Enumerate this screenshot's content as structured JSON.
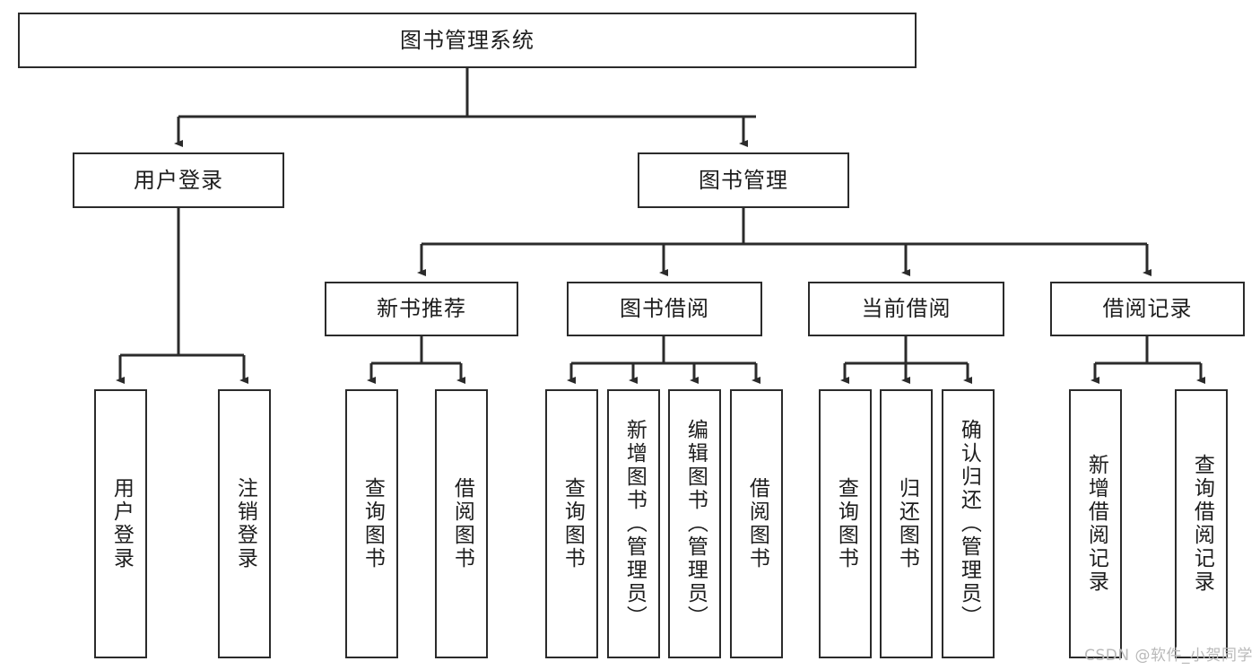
{
  "diagram": {
    "type": "tree",
    "title": "图书管理系统",
    "watermark": "CSDN @软件_小贺同学",
    "colors": {
      "background": "#ffffff",
      "stroke": "#2b2b2b",
      "text": "#1d1d1d",
      "watermark": "#b9b9b9"
    },
    "nodes": {
      "root": {
        "label": "图书管理系统"
      },
      "level2": [
        {
          "label": "用户登录"
        },
        {
          "label": "图书管理"
        }
      ],
      "level3": [
        {
          "label": "新书推荐"
        },
        {
          "label": "图书借阅"
        },
        {
          "label": "当前借阅"
        },
        {
          "label": "借阅记录"
        }
      ],
      "leaves": {
        "user_login": [
          {
            "label": "用户登录"
          },
          {
            "label": "注销登录"
          }
        ],
        "new_book_recommend": [
          {
            "label": "查询图书"
          },
          {
            "label": "借阅图书"
          }
        ],
        "book_borrow": [
          {
            "label": "查询图书"
          },
          {
            "label": "新增图书（管理员）"
          },
          {
            "label": "编辑图书（管理员）"
          },
          {
            "label": "借阅图书"
          }
        ],
        "current_borrow": [
          {
            "label": "查询图书"
          },
          {
            "label": "归还图书"
          },
          {
            "label": "确认归还（管理员）"
          }
        ],
        "borrow_record": [
          {
            "label": "新增借阅记录"
          },
          {
            "label": "查询借阅记录"
          }
        ]
      }
    }
  }
}
